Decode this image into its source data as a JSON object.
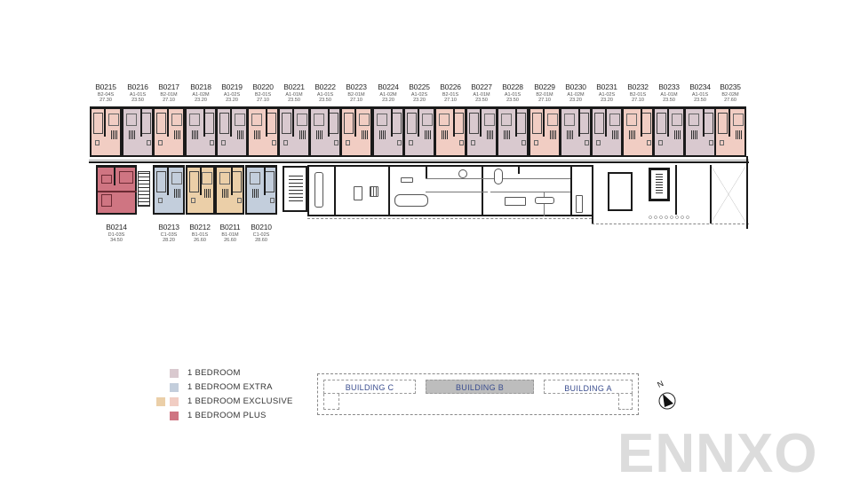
{
  "floor_plan": {
    "building": "BUILDING B",
    "top_row_units": [
      {
        "code": "B0215",
        "type": "B2-04S",
        "area": "27.30",
        "category": "1 BEDROOM EXCLUSIVE"
      },
      {
        "code": "B0216",
        "type": "A1-01S",
        "area": "23.50",
        "category": "1 BEDROOM"
      },
      {
        "code": "B0217",
        "type": "B2-01M",
        "area": "27.10",
        "category": "1 BEDROOM EXCLUSIVE"
      },
      {
        "code": "B0218",
        "type": "A1-02M",
        "area": "23.20",
        "category": "1 BEDROOM"
      },
      {
        "code": "B0219",
        "type": "A1-02S",
        "area": "23.20",
        "category": "1 BEDROOM"
      },
      {
        "code": "B0220",
        "type": "B2-01S",
        "area": "27.10",
        "category": "1 BEDROOM EXCLUSIVE"
      },
      {
        "code": "B0221",
        "type": "A1-01M",
        "area": "23.50",
        "category": "1 BEDROOM"
      },
      {
        "code": "B0222",
        "type": "A1-01S",
        "area": "23.50",
        "category": "1 BEDROOM"
      },
      {
        "code": "B0223",
        "type": "B2-01M",
        "area": "27.10",
        "category": "1 BEDROOM EXCLUSIVE"
      },
      {
        "code": "B0224",
        "type": "A1-02M",
        "area": "23.20",
        "category": "1 BEDROOM"
      },
      {
        "code": "B0225",
        "type": "A1-02S",
        "area": "23.20",
        "category": "1 BEDROOM"
      },
      {
        "code": "B0226",
        "type": "B2-01S",
        "area": "27.10",
        "category": "1 BEDROOM EXCLUSIVE"
      },
      {
        "code": "B0227",
        "type": "A1-01M",
        "area": "23.50",
        "category": "1 BEDROOM"
      },
      {
        "code": "B0228",
        "type": "A1-01S",
        "area": "23.50",
        "category": "1 BEDROOM"
      },
      {
        "code": "B0229",
        "type": "B2-01M",
        "area": "27.10",
        "category": "1 BEDROOM EXCLUSIVE"
      },
      {
        "code": "B0230",
        "type": "A1-02M",
        "area": "23.20",
        "category": "1 BEDROOM"
      },
      {
        "code": "B0231",
        "type": "A1-02S",
        "area": "23.20",
        "category": "1 BEDROOM"
      },
      {
        "code": "B0232",
        "type": "B2-01S",
        "area": "27.10",
        "category": "1 BEDROOM EXCLUSIVE"
      },
      {
        "code": "B0233",
        "type": "A1-01M",
        "area": "23.50",
        "category": "1 BEDROOM"
      },
      {
        "code": "B0234",
        "type": "A1-01S",
        "area": "23.50",
        "category": "1 BEDROOM"
      },
      {
        "code": "B0235",
        "type": "B2-02M",
        "area": "27.60",
        "category": "1 BEDROOM EXCLUSIVE"
      }
    ],
    "bottom_row_units": [
      {
        "code": "B0214",
        "type": "D1-03S",
        "area": "34.50",
        "category": "1 BEDROOM PLUS"
      },
      {
        "code": "B0213",
        "type": "C1-03S",
        "area": "28.20",
        "category": "1 BEDROOM EXTRA"
      },
      {
        "code": "B0212",
        "type": "B1-01S",
        "area": "26.60",
        "category": "1 BEDROOM EXCLUSIVE"
      },
      {
        "code": "B0211",
        "type": "B1-01M",
        "area": "26.60",
        "category": "1 BEDROOM EXCLUSIVE"
      },
      {
        "code": "B0210",
        "type": "C1-02S",
        "area": "28.60",
        "category": "1 BEDROOM EXTRA"
      }
    ]
  },
  "legend": {
    "items": [
      {
        "label": "1 BEDROOM",
        "colors": [
          "#d9c9cf"
        ]
      },
      {
        "label": "1 BEDROOM EXTRA",
        "colors": [
          "#c3cedc"
        ]
      },
      {
        "label": "1 BEDROOM EXCLUSIVE",
        "colors": [
          "#ebcfa8",
          "#f1cdc3"
        ]
      },
      {
        "label": "1 BEDROOM PLUS",
        "colors": [
          "#cf7582"
        ]
      }
    ]
  },
  "key_plan": {
    "buildings": [
      {
        "label": "BUILDING C",
        "highlighted": false
      },
      {
        "label": "BUILDING B",
        "highlighted": true
      },
      {
        "label": "BUILDING A",
        "highlighted": false
      }
    ],
    "compass_label": "N"
  },
  "colors": {
    "bedroom": "#d9c9cf",
    "extra": "#c3cedc",
    "exclusive_peach": "#f1cdc3",
    "exclusive_tan": "#ebcfa8",
    "plus": "#cf7582",
    "label_blue": "#3a4d8f",
    "highlight_gray": "#bdbdbd"
  },
  "watermark": "ENNXO"
}
